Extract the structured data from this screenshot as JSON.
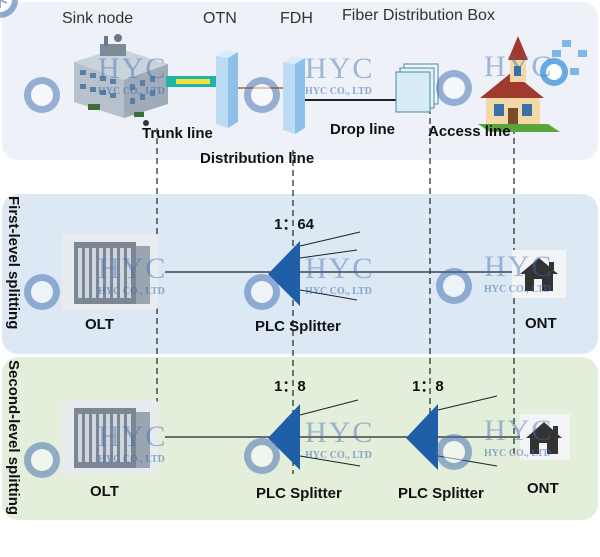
{
  "top": {
    "sink_node": "Sink node",
    "otn": "OTN",
    "fdh": "FDH",
    "fiber_box": "Fiber Distribution Box",
    "trunk_line": "Trunk line",
    "distribution_line": "Distribution line",
    "drop_line": "Drop line",
    "access_line": "Access line"
  },
  "first_level": {
    "side_label": "First-level splitting",
    "ratio": "1：64",
    "olt": "OLT",
    "splitter": "PLC Splitter",
    "ont": "ONT"
  },
  "second_level": {
    "side_label": "Second-level splitting",
    "ratio_1": "1：8",
    "ratio_2": "1：8",
    "olt": "OLT",
    "splitter_1": "PLC Splitter",
    "splitter_2": "PLC Splitter",
    "ont": "ONT"
  },
  "watermark": {
    "brand": "HYC",
    "company": "HYC CO., LTD"
  },
  "colors": {
    "splitter_blue": "#1f5fa8",
    "top_panel": "#eef1f7",
    "first_panel": "#dde8f5",
    "second_panel": "#e3eedb"
  }
}
